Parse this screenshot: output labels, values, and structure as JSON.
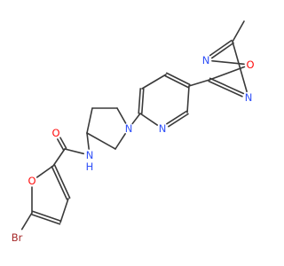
{
  "atoms": [
    {
      "name": "methyl-carbon-atom",
      "label": "",
      "color": "#3a3a3a"
    },
    {
      "name": "oxadiazole-nitrogen-2-atom",
      "label": "N",
      "color": "#3050F8"
    },
    {
      "name": "oxadiazole-oxygen-atom",
      "label": "O",
      "color": "#FF0D0D"
    },
    {
      "name": "oxadiazole-nitrogen-4-atom",
      "label": "N",
      "color": "#3050F8"
    },
    {
      "name": "pyridine-nitrogen-atom",
      "label": "N",
      "color": "#3050F8"
    },
    {
      "name": "pyrrolidine-nitrogen-atom",
      "label": "N",
      "color": "#3050F8"
    },
    {
      "name": "amide-nitrogen-atom",
      "label": "N",
      "color": "#3050F8"
    },
    {
      "name": "amide-hydrogen-atom",
      "label": "H",
      "color": "#3050F8"
    },
    {
      "name": "carbonyl-oxygen-atom",
      "label": "O",
      "color": "#FF0D0D"
    },
    {
      "name": "furan-oxygen-atom",
      "label": "O",
      "color": "#FF0D0D"
    },
    {
      "name": "bromine-atom",
      "label": "Br",
      "color": "#A62929"
    }
  ],
  "bond_color": "#3a3a3a",
  "background": "#ffffff"
}
